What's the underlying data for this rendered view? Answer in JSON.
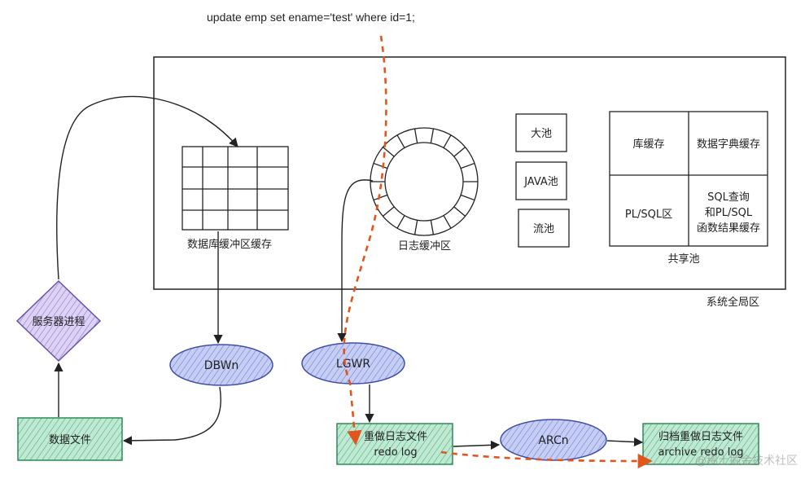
{
  "sql_statement": "update emp set ename='test' where id=1;",
  "sga": {
    "label": "系统全局区",
    "buffer_cache_label": "数据库缓冲区缓存",
    "redo_buffer_label": "日志缓冲区",
    "pools": {
      "large": "大池",
      "java": "JAVA池",
      "stream": "流池"
    },
    "shared_pool": {
      "label": "共享池",
      "library_cache": "库缓存",
      "dictionary_cache": "数据字典缓存",
      "plsql_area": "PL/SQL区",
      "result_cache_line1": "SQL查询",
      "result_cache_line2": "和PL/SQL",
      "result_cache_line3": "函数结果缓存"
    }
  },
  "processes": {
    "server": "服务器进程",
    "dbwn": "DBWn",
    "lgwr": "LGWR",
    "arcn": "ARCn"
  },
  "files": {
    "datafile": "数据文件",
    "redo_line1": "重做日志文件",
    "redo_line2": "redo log",
    "archive_line1": "归档重做日志文件",
    "archive_line2": "archive redo log"
  },
  "watermark": "@稀土掘金技术社区",
  "colors": {
    "process_fill": "#b6bff0",
    "process_stroke": "#3f4fa8",
    "file_fill": "#a6e2c3",
    "file_stroke": "#2f8a58",
    "server_fill": "#d3c4f2",
    "server_stroke": "#6b4fa8",
    "flow_red": "#e0561c",
    "line": "#222222"
  }
}
